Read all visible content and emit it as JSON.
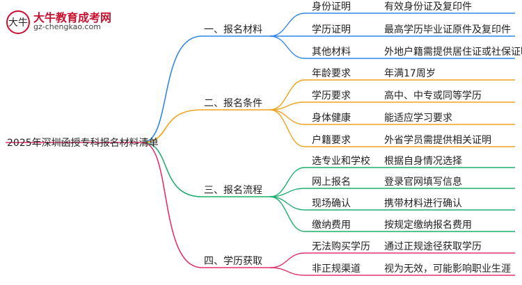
{
  "logo": {
    "title": "大牛教育成考网",
    "url": "gz-chengkao.com",
    "brand_color": "#c8102e"
  },
  "root": {
    "label": "2025年深圳函授专科报名材料清单"
  },
  "branches": [
    {
      "label": "一、报名材料",
      "color": "#2f86e8",
      "items": [
        {
          "label": "身份证明",
          "detail": "有效身份证及复印件"
        },
        {
          "label": "学历证明",
          "detail": "最高学历毕业证原件及复印件"
        },
        {
          "label": "其他材料",
          "detail": "外地户籍需提供居住证或社保证明"
        }
      ]
    },
    {
      "label": "二、报名条件",
      "color": "#f0a21c",
      "items": [
        {
          "label": "年龄要求",
          "detail": "年满17周岁"
        },
        {
          "label": "学历要求",
          "detail": "高中、中专或同等学历"
        },
        {
          "label": "身体健康",
          "detail": "能适应学习要求"
        },
        {
          "label": "户籍要求",
          "detail": "外省学员需提供相关证明"
        }
      ]
    },
    {
      "label": "三、报名流程",
      "color": "#1fae6e",
      "items": [
        {
          "label": "选专业和学校",
          "detail": "根据自身情况选择"
        },
        {
          "label": "网上报名",
          "detail": "登录官网填写信息"
        },
        {
          "label": "现场确认",
          "detail": "携带材料进行确认"
        },
        {
          "label": "缴纳费用",
          "detail": "按规定缴纳报名费用"
        }
      ]
    },
    {
      "label": "四、学历获取",
      "color": "#e0306e",
      "items": [
        {
          "label": "无法购买学历",
          "detail": "通过正规途径获取学历"
        },
        {
          "label": "非正规渠道",
          "detail": "视为无效，可能影响职业生涯"
        }
      ]
    }
  ]
}
